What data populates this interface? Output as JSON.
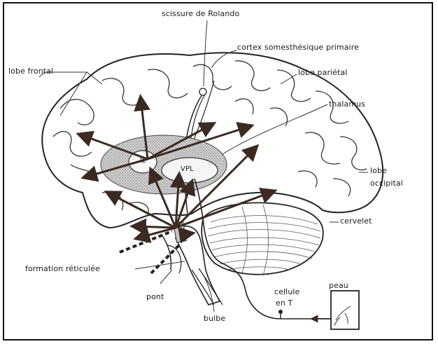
{
  "labels": {
    "rolando": "scissure de Rolando",
    "cortex": "cortex somesthésique primaire",
    "frontal": "lobe frontal",
    "parietal": "lobe pariétal",
    "thalamus": "thalamus",
    "occipital_1": "lobe",
    "occipital_2": "occipital",
    "cervelet": "cervelet",
    "formation": "formation réticulée",
    "pont": "pont",
    "bulbe": "bulbe",
    "cellule_1": "cellule",
    "cellule_2": "en T",
    "peau": "peau",
    "il": "IL",
    "vpl": "VPL"
  },
  "colors": {
    "arrow": "#3b2a22",
    "outline": "#222222",
    "thalamus_fill": "#bdbdbd"
  }
}
